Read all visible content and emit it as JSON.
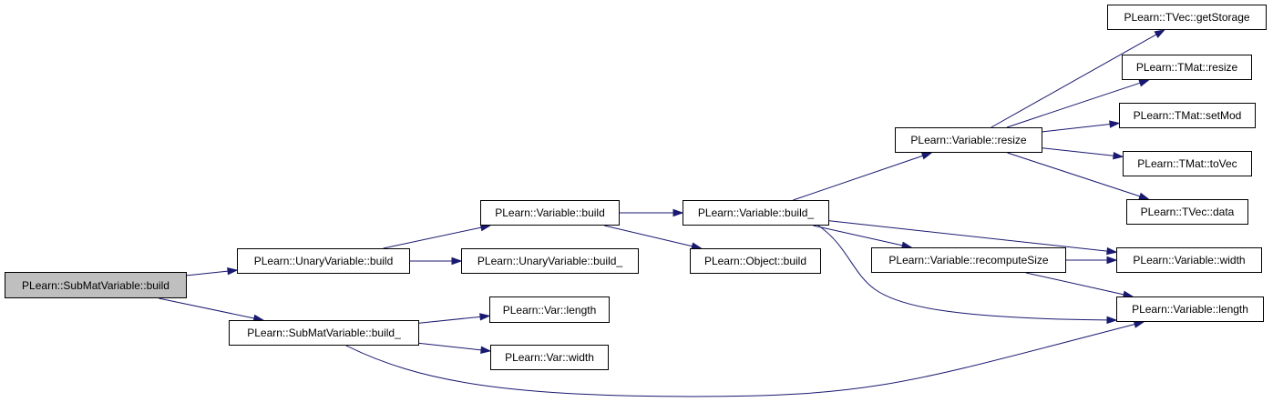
{
  "colors": {
    "edge": "#191970",
    "node_border": "#000000",
    "node_fill": "#ffffff",
    "root_fill": "#bfbfbf"
  },
  "nodes": {
    "submat_build": "PLearn::SubMatVariable::build",
    "unary_build": "PLearn::UnaryVariable::build",
    "submat_build_": "PLearn::SubMatVariable::build_",
    "variable_build": "PLearn::Variable::build",
    "unary_build_": "PLearn::UnaryVariable::build_",
    "var_length": "PLearn::Var::length",
    "var_width": "PLearn::Var::width",
    "variable_build_": "PLearn::Variable::build_",
    "object_build": "PLearn::Object::build",
    "variable_resize": "PLearn::Variable::resize",
    "variable_recompute": "PLearn::Variable::recomputeSize",
    "tvec_getstorage": "PLearn::TVec::getStorage",
    "tmat_resize": "PLearn::TMat::resize",
    "tmat_setmod": "PLearn::TMat::setMod",
    "tmat_tovec": "PLearn::TMat::toVec",
    "tvec_data": "PLearn::TVec::data",
    "variable_width": "PLearn::Variable::width",
    "variable_length": "PLearn::Variable::length"
  },
  "edges": [
    [
      "submat_build",
      "unary_build"
    ],
    [
      "submat_build",
      "submat_build_"
    ],
    [
      "unary_build",
      "variable_build"
    ],
    [
      "unary_build",
      "unary_build_"
    ],
    [
      "submat_build_",
      "var_length"
    ],
    [
      "submat_build_",
      "var_width"
    ],
    [
      "submat_build_",
      "variable_length"
    ],
    [
      "variable_build",
      "variable_build_"
    ],
    [
      "variable_build",
      "object_build"
    ],
    [
      "variable_build_",
      "variable_resize"
    ],
    [
      "variable_build_",
      "variable_recompute"
    ],
    [
      "variable_build_",
      "variable_width"
    ],
    [
      "variable_build_",
      "variable_length"
    ],
    [
      "variable_resize",
      "tvec_getstorage"
    ],
    [
      "variable_resize",
      "tmat_resize"
    ],
    [
      "variable_resize",
      "tmat_setmod"
    ],
    [
      "variable_resize",
      "tmat_tovec"
    ],
    [
      "variable_resize",
      "tvec_data"
    ],
    [
      "variable_recompute",
      "variable_width"
    ],
    [
      "variable_recompute",
      "variable_length"
    ]
  ]
}
